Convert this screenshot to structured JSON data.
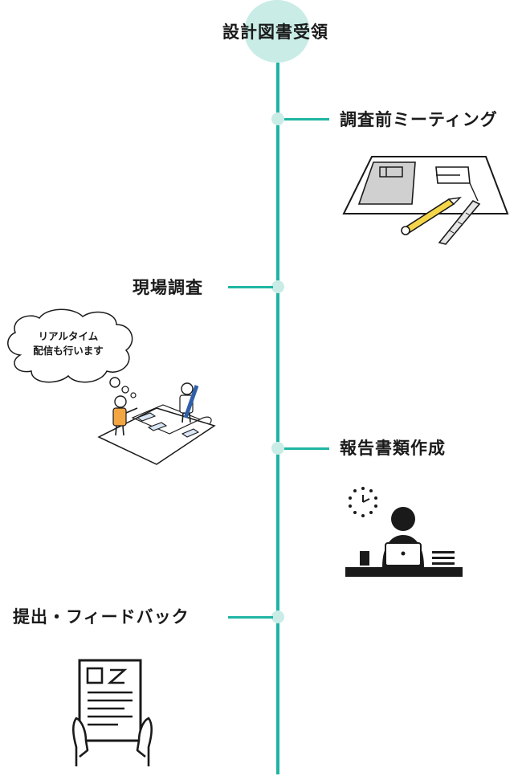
{
  "title": "設計図書受領",
  "steps": [
    {
      "label": "調査前ミーティング",
      "illustration": "blueprint-pencil-ruler-icon"
    },
    {
      "label": "現場調査",
      "illustration": "site-survey-people-icon"
    },
    {
      "label": "報告書類作成",
      "illustration": "person-laptop-clock-icon"
    },
    {
      "label": "提出・フィードバック",
      "illustration": "hands-holding-document-icon"
    }
  ],
  "bubble": {
    "line1": "リアルタイム",
    "line2": "配信も行います"
  },
  "colors": {
    "line": "#1fb5a3",
    "node": "#c9ece6",
    "accent_orange": "#f2a541",
    "accent_blue": "#2f5fa8",
    "accent_yellow": "#f5d64a"
  }
}
